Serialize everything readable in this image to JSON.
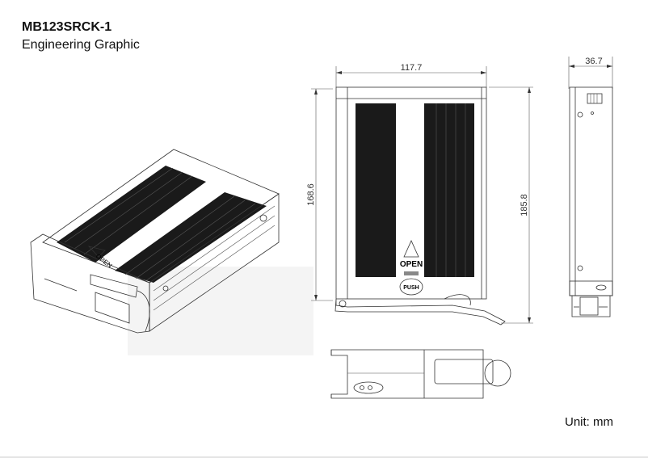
{
  "header": {
    "model": "MB123SRCK-1",
    "subtitle": "Engineering Graphic"
  },
  "footer": {
    "unit_label": "Unit: mm"
  },
  "dimensions": {
    "front_width": "117.7",
    "side_width": "36.7",
    "front_body_height": "168.6",
    "front_total_height": "185.8"
  },
  "markings": {
    "open": "OPEN",
    "push": "PUSH"
  }
}
